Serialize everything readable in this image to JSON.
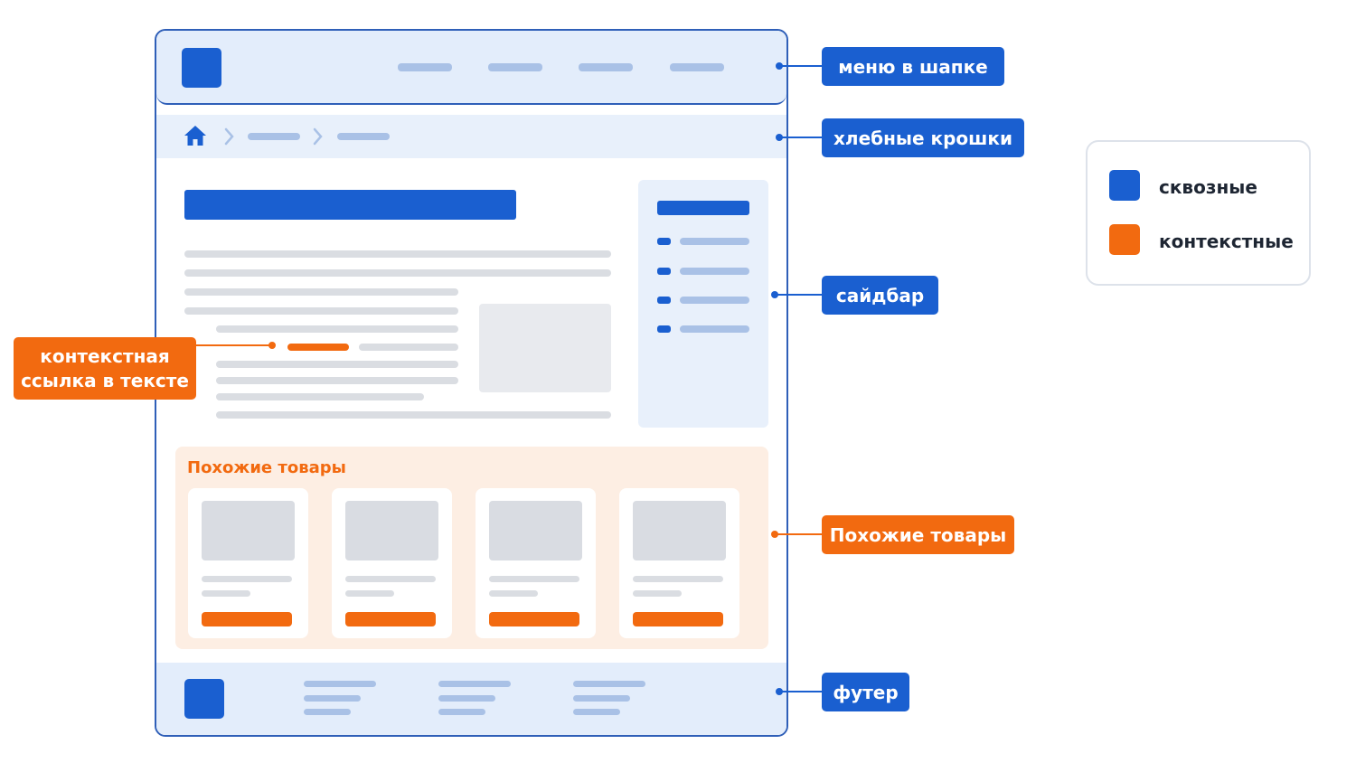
{
  "labels": {
    "header_menu": "меню в шапке",
    "breadcrumbs": "хлебные крошки",
    "sidebar": "сайдбар",
    "related_products": "Похожие товары",
    "footer": "футер",
    "context_link_line1": "контекстная",
    "context_link_line2": "ссылка в тексте"
  },
  "related_block": {
    "title": "Похожие товары",
    "cards_count": 4
  },
  "legend": {
    "items": [
      {
        "label": "сквозные",
        "color": "#1a5fd0"
      },
      {
        "label": "контекстные",
        "color": "#f26a10"
      }
    ]
  },
  "colors": {
    "blue": "#1a5fd0",
    "orange": "#f26a10",
    "frame": "#2f5fb8",
    "light_blue_band": "#e3edfb",
    "light_orange_band": "#fdeee3"
  }
}
